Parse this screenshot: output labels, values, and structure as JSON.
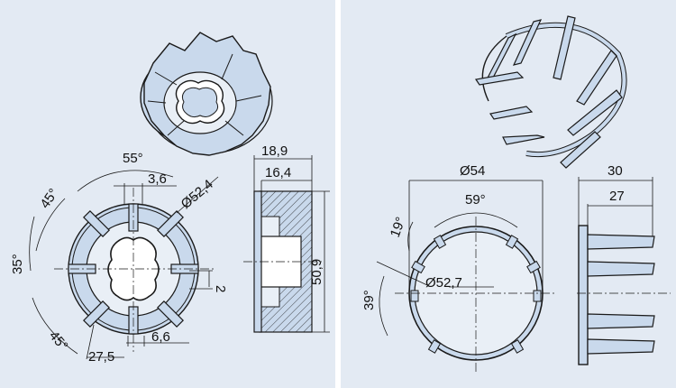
{
  "colors": {
    "panel_bg": "#e3eaf3",
    "part_fill": "#c9d9ec",
    "line": "#1a1a1a"
  },
  "left_panel": {
    "dims": {
      "angle_55": "55°",
      "angle_45_top": "45°",
      "angle_35": "35°",
      "angle_45_bottom": "45°",
      "width_3_6": "3,6",
      "diameter_52_4": "Ø52,4",
      "depth_2": "2",
      "width_6_6": "6,6",
      "width_27_5": "27,5",
      "length_18_9": "18,9",
      "length_16_4": "16,4",
      "height_50_9": "50,9"
    }
  },
  "right_panel": {
    "dims": {
      "diameter_54": "Ø54",
      "angle_59": "59°",
      "angle_19": "19°",
      "diameter_52_7": "Ø52,7",
      "angle_39": "39°",
      "length_30": "30",
      "length_27": "27"
    }
  }
}
